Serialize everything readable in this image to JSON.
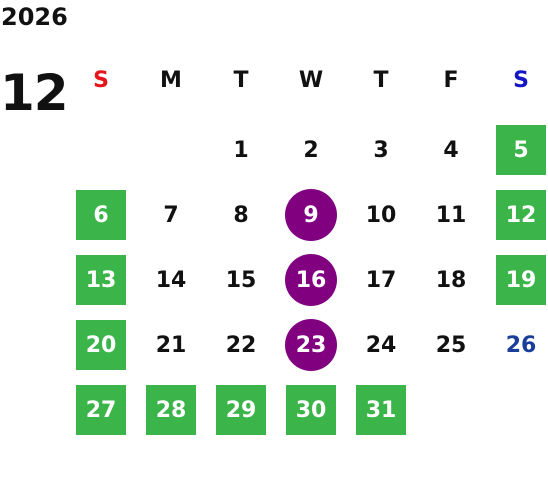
{
  "year": "2026",
  "month": "12",
  "colors": {
    "sunday_header": "#e8141c",
    "saturday_header": "#1515c8",
    "weekday_header": "#111111",
    "holiday_green": "#3bb54a",
    "special_purple": "#800080",
    "saturday_plain": "#1a3e9a"
  },
  "weekdays": [
    "S",
    "M",
    "T",
    "W",
    "T",
    "F",
    "S"
  ],
  "weeks": [
    [
      {
        "day": "",
        "style": "empty"
      },
      {
        "day": "",
        "style": "empty"
      },
      {
        "day": "1",
        "style": "plain"
      },
      {
        "day": "2",
        "style": "plain"
      },
      {
        "day": "3",
        "style": "plain"
      },
      {
        "day": "4",
        "style": "plain"
      },
      {
        "day": "5",
        "style": "green"
      }
    ],
    [
      {
        "day": "6",
        "style": "green"
      },
      {
        "day": "7",
        "style": "plain"
      },
      {
        "day": "8",
        "style": "plain"
      },
      {
        "day": "9",
        "style": "purple"
      },
      {
        "day": "10",
        "style": "plain"
      },
      {
        "day": "11",
        "style": "plain"
      },
      {
        "day": "12",
        "style": "green"
      }
    ],
    [
      {
        "day": "13",
        "style": "green"
      },
      {
        "day": "14",
        "style": "plain"
      },
      {
        "day": "15",
        "style": "plain"
      },
      {
        "day": "16",
        "style": "purple"
      },
      {
        "day": "17",
        "style": "plain"
      },
      {
        "day": "18",
        "style": "plain"
      },
      {
        "day": "19",
        "style": "green"
      }
    ],
    [
      {
        "day": "20",
        "style": "green"
      },
      {
        "day": "21",
        "style": "plain"
      },
      {
        "day": "22",
        "style": "plain"
      },
      {
        "day": "23",
        "style": "purple"
      },
      {
        "day": "24",
        "style": "plain"
      },
      {
        "day": "25",
        "style": "plain"
      },
      {
        "day": "26",
        "style": "blue"
      }
    ],
    [
      {
        "day": "27",
        "style": "green"
      },
      {
        "day": "28",
        "style": "green"
      },
      {
        "day": "29",
        "style": "green"
      },
      {
        "day": "30",
        "style": "green"
      },
      {
        "day": "31",
        "style": "green"
      },
      {
        "day": "",
        "style": "empty"
      },
      {
        "day": "",
        "style": "empty"
      }
    ]
  ]
}
